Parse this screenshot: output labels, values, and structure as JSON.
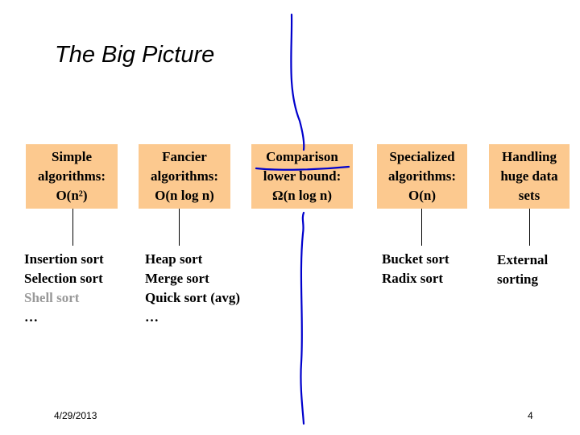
{
  "title": "The Big Picture",
  "columns": [
    {
      "box_lines": [
        "Simple",
        "algorithms:",
        "O(n²)"
      ],
      "items": [
        "Insertion sort",
        "Selection sort",
        "Shell sort",
        "…"
      ]
    },
    {
      "box_lines": [
        "Fancier",
        "algorithms:",
        "O(n log n)"
      ],
      "items": [
        "Heap sort",
        "Merge sort",
        "Quick sort (avg)",
        "…"
      ]
    },
    {
      "box_lines": [
        "Comparison",
        "lower bound:",
        "Ω(n log n)"
      ],
      "items": []
    },
    {
      "box_lines": [
        "Specialized",
        "algorithms:",
        "O(n)"
      ],
      "items": [
        "Bucket sort",
        "Radix sort"
      ]
    },
    {
      "box_lines": [
        "Handling",
        "huge data",
        "sets"
      ],
      "items": [
        "External",
        "sorting"
      ]
    }
  ],
  "footer": {
    "date": "4/29/2013",
    "page_number": "4"
  },
  "colors": {
    "box_fill": "#fcc98f",
    "ink_annotation": "#0000cc",
    "dimmed_text": "#999999"
  }
}
